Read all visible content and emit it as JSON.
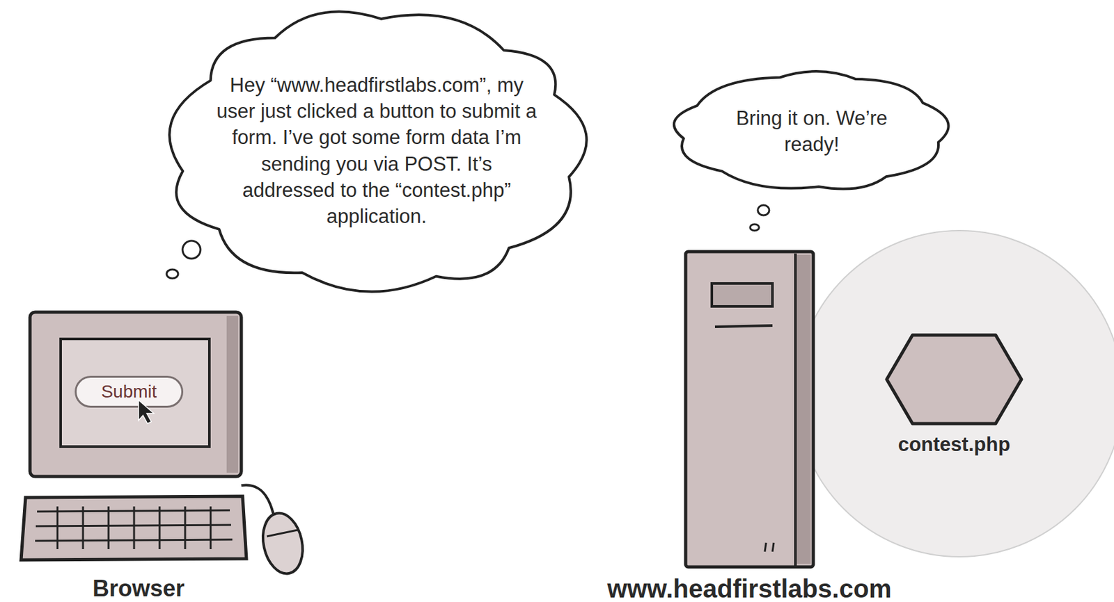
{
  "diagram": {
    "nodes": [
      {
        "text": [
          "Hey “www.headfirstlabs.com”, my user just clicked a button to submit a form. I’ve got some form data I’m sending you via POST. It’s addressed to the “contest.php” application."
        ]
      },
      {
        "text": [
          "Bring it on. We’re ready!"
        ]
      },
      {
        "text": [
          "Submit"
        ]
      },
      {
        "text": [
          "contest.php"
        ]
      }
    ],
    "labels": [
      "Browser",
      "www.headfirstlabs.com"
    ]
  }
}
